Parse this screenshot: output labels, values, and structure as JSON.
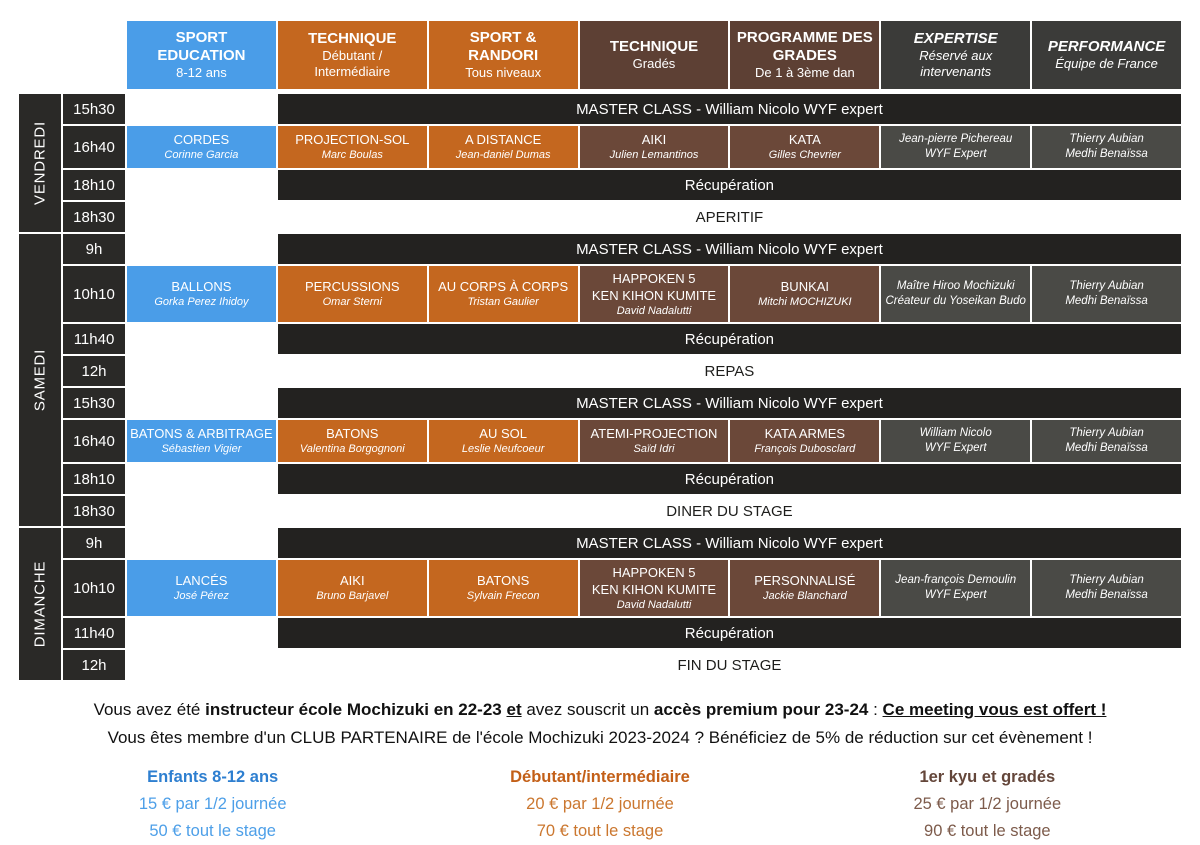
{
  "header": {
    "columns": [
      {
        "title": "SPORT EDUCATION",
        "subtitle": "8-12 ans",
        "style": "blue"
      },
      {
        "title": "TECHNIQUE",
        "subtitle": "Débutant / Intermédiaire",
        "style": "orange"
      },
      {
        "title": "SPORT & RANDORI",
        "subtitle": "Tous niveaux",
        "style": "orange"
      },
      {
        "title": "TECHNIQUE",
        "subtitle": "Gradés",
        "style": "brown"
      },
      {
        "title": "PROGRAMME DES GRADES",
        "subtitle": "De 1 à 3ème dan",
        "style": "brown"
      },
      {
        "title": "EXPERTISE",
        "subtitle": "Réservé aux intervenants",
        "style": "dark-italic"
      },
      {
        "title": "PERFORMANCE",
        "subtitle": "Équipe de France",
        "style": "dark-italic"
      }
    ]
  },
  "days": [
    {
      "label": "VENDREDI",
      "rows": [
        {
          "time": "15h30",
          "type": "master",
          "text": "MASTER CLASS - William Nicolo WYF expert",
          "h": 30
        },
        {
          "time": "16h40",
          "type": "classes",
          "h": 42,
          "cells": [
            {
              "style": "blue",
              "title": "CORDES",
              "sub": "Corinne Garcia"
            },
            {
              "style": "orange",
              "title": "PROJECTION-SOL",
              "sub": "Marc Boulas"
            },
            {
              "style": "orange",
              "title": "A DISTANCE",
              "sub": "Jean-daniel Dumas"
            },
            {
              "style": "brown",
              "title": "AIKI",
              "sub": "Julien Lemantinos"
            },
            {
              "style": "brown",
              "title": "KATA",
              "sub": "Gilles Chevrier"
            },
            {
              "style": "gray",
              "lines": [
                "Jean-pierre Pichereau",
                "WYF Expert"
              ]
            },
            {
              "style": "gray",
              "lines": [
                "Thierry Aubian",
                "Medhi Benaïssa"
              ]
            }
          ]
        },
        {
          "time": "18h10",
          "type": "break",
          "text": "Récupération",
          "h": 30
        },
        {
          "time": "18h30",
          "type": "banner",
          "text": "APERITIF",
          "h": 30
        }
      ]
    },
    {
      "label": "SAMEDI",
      "rows": [
        {
          "time": "9h",
          "type": "master",
          "text": "MASTER CLASS - William Nicolo WYF expert",
          "h": 30
        },
        {
          "time": "10h10",
          "type": "classes",
          "h": 56,
          "cells": [
            {
              "style": "blue",
              "title": "BALLONS",
              "sub": "Gorka Perez Ihidoy"
            },
            {
              "style": "orange",
              "title": "PERCUSSIONS",
              "sub": "Omar Sterni"
            },
            {
              "style": "orange",
              "title": "AU CORPS À CORPS",
              "sub": "Tristan Gaulier"
            },
            {
              "style": "brown",
              "title": "HAPPOKEN 5",
              "title2": "KEN KIHON KUMITE",
              "sub": "David Nadalutti"
            },
            {
              "style": "brown",
              "title": "BUNKAI",
              "sub": "Mitchi MOCHIZUKI"
            },
            {
              "style": "gray",
              "lines": [
                "Maître Hiroo Mochizuki",
                "Créateur du Yoseikan Budo"
              ]
            },
            {
              "style": "gray",
              "lines": [
                "Thierry Aubian",
                "Medhi Benaïssa"
              ]
            }
          ]
        },
        {
          "time": "11h40",
          "type": "break",
          "text": "Récupération",
          "h": 30
        },
        {
          "time": "12h",
          "type": "banner",
          "text": "REPAS",
          "h": 30
        },
        {
          "time": "15h30",
          "type": "master",
          "text": "MASTER CLASS - William Nicolo WYF expert",
          "h": 30
        },
        {
          "time": "16h40",
          "type": "classes",
          "h": 42,
          "cells": [
            {
              "style": "blue",
              "title": "BATONS & ARBITRAGE",
              "sub": "Sébastien Vigier"
            },
            {
              "style": "orange",
              "title": "BATONS",
              "sub": "Valentina Borgognoni"
            },
            {
              "style": "orange",
              "title": "AU SOL",
              "sub": "Leslie Neufcoeur"
            },
            {
              "style": "brown",
              "title": "ATEMI-PROJECTION",
              "sub": "Saïd Idri"
            },
            {
              "style": "brown",
              "title": "KATA ARMES",
              "sub": "François Dubosclard"
            },
            {
              "style": "gray",
              "lines": [
                "William Nicolo",
                "WYF Expert"
              ]
            },
            {
              "style": "gray",
              "lines": [
                "Thierry Aubian",
                "Medhi Benaïssa"
              ]
            }
          ]
        },
        {
          "time": "18h10",
          "type": "break",
          "text": "Récupération",
          "h": 30
        },
        {
          "time": "18h30",
          "type": "banner",
          "text": "DINER DU STAGE",
          "h": 30
        }
      ]
    },
    {
      "label": "DIMANCHE",
      "rows": [
        {
          "time": "9h",
          "type": "master",
          "text": "MASTER CLASS - William Nicolo WYF expert",
          "h": 30
        },
        {
          "time": "10h10",
          "type": "classes",
          "h": 56,
          "cells": [
            {
              "style": "blue",
              "title": "LANCÉS",
              "sub": "José Pérez"
            },
            {
              "style": "orange",
              "title": "AIKI",
              "sub": "Bruno Barjavel"
            },
            {
              "style": "orange",
              "title": "BATONS",
              "sub": "Sylvain Frecon"
            },
            {
              "style": "brown",
              "title": "HAPPOKEN 5",
              "title2": "KEN KIHON KUMITE",
              "sub": "David Nadalutti"
            },
            {
              "style": "brown",
              "title": "PERSONNALISÉ",
              "sub": "Jackie Blanchard"
            },
            {
              "style": "gray",
              "lines": [
                "Jean-françois Demoulin",
                "WYF Expert"
              ]
            },
            {
              "style": "gray",
              "lines": [
                "Thierry Aubian",
                "Medhi Benaïssa"
              ]
            }
          ]
        },
        {
          "time": "11h40",
          "type": "break",
          "text": "Récupération",
          "h": 30
        },
        {
          "time": "12h",
          "type": "banner",
          "text": "FIN DU STAGE",
          "h": 30
        }
      ]
    }
  ],
  "notes": {
    "l1_1": "Vous avez été ",
    "l1_2": "instructeur école Mochizuki en 22-23 ",
    "l1_3": "et",
    "l1_4": " avez souscrit un ",
    "l1_5": "accès premium pour 23-24",
    "l1_6": " : ",
    "l1_7": "Ce meeting vous est offert !",
    "line2": "Vous êtes membre d'un CLUB PARTENAIRE de l'école Mochizuki 2023-2024 ? Bénéficiez de 5% de réduction sur cet évènement !"
  },
  "pricing": [
    {
      "title": "Enfants 8-12 ans",
      "lines": [
        "15 € par 1/2 journée",
        "50 € tout le stage"
      ]
    },
    {
      "title": "Débutant/intermédiaire",
      "lines": [
        "20 € par 1/2 journée",
        "70 € tout le stage"
      ]
    },
    {
      "title": "1er kyu et gradés",
      "lines": [
        "25 € par 1/2 journée",
        "90 € tout le stage"
      ]
    }
  ],
  "colors": {
    "blue": "#4a9de8",
    "orange": "#c4671f",
    "brown_header": "#5d4034",
    "brown_cell": "#6b4839",
    "dark_header": "#3b3b39",
    "gray_cell": "#4a4a46",
    "black_bar": "#232220",
    "time_bg": "#2a2927",
    "price_blue_title": "#2e7fd0",
    "price_blue_line": "#4d9fe8",
    "price_orange_title": "#c35f17",
    "price_orange_line": "#cb772f",
    "price_brown_title": "#64463a",
    "price_brown_line": "#7d5b4b"
  }
}
